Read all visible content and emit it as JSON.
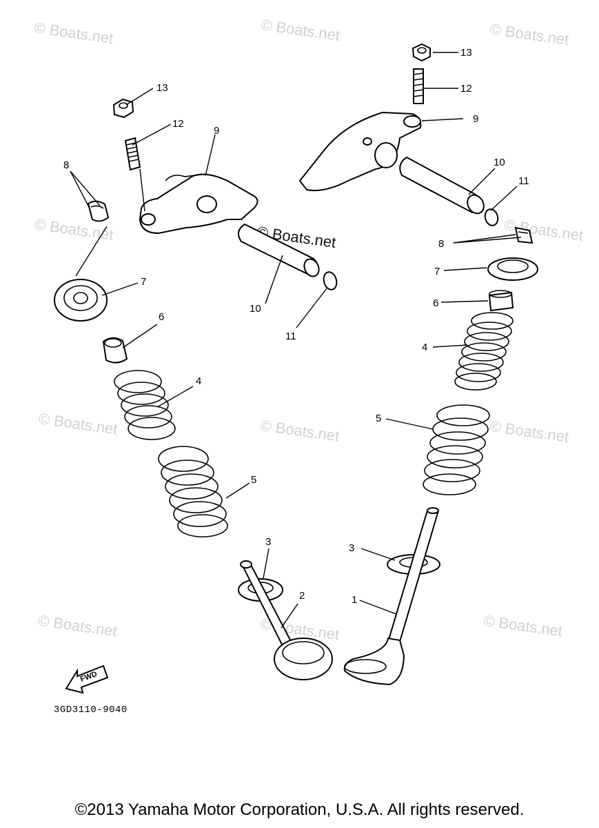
{
  "watermark": "© Boats.net",
  "part_callouts": [
    "1",
    "2",
    "3",
    "4",
    "5",
    "6",
    "7",
    "8",
    "9",
    "10",
    "11",
    "12",
    "13"
  ],
  "diagram_code": "3GD3110-9040",
  "fwd_label": "FWD",
  "copyright": "©2013 Yamaha Motor Corporation, U.S.A. All rights reserved."
}
